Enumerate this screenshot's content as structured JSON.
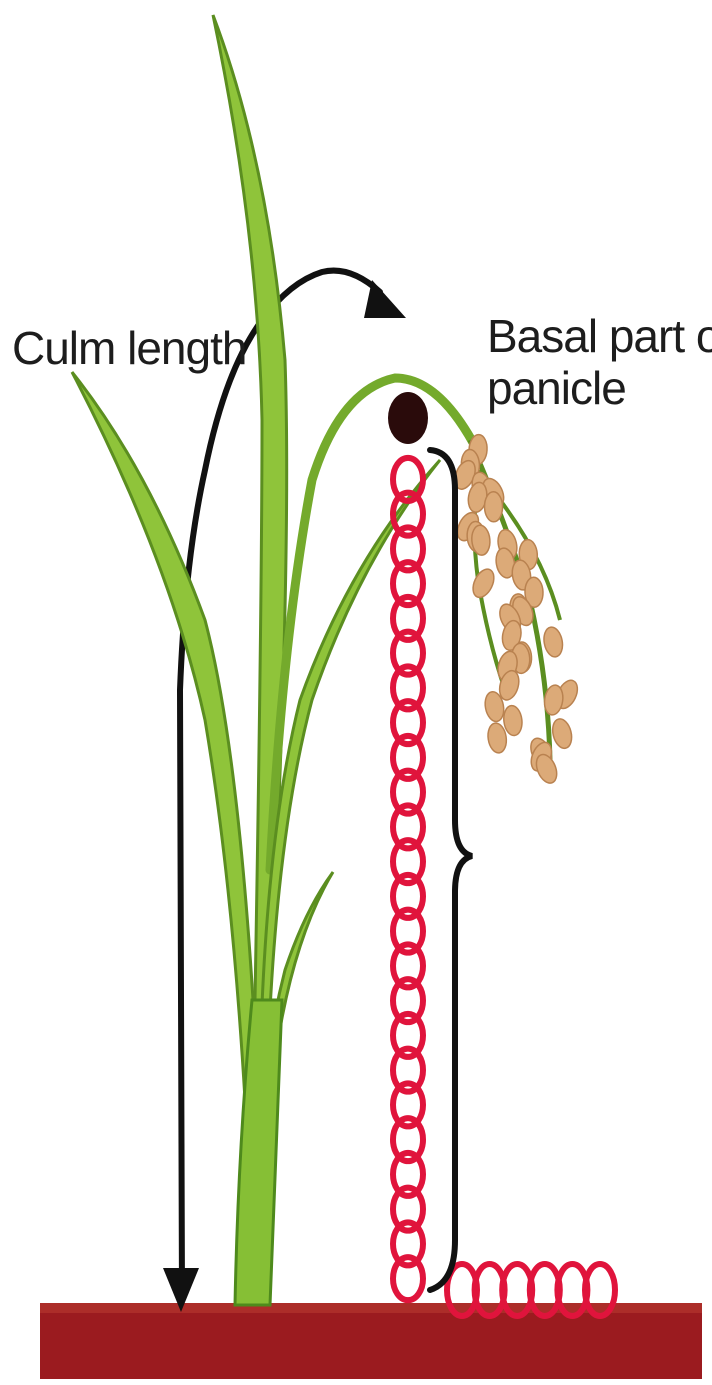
{
  "labels": {
    "culm_length": "Culm length",
    "basal_line1": "Basal part of",
    "basal_line2": "panicle"
  },
  "colors": {
    "leaf_light": "#9ccc3c",
    "leaf_dark": "#4e8a1c",
    "chain": "#e0143c",
    "ground": "#9b1b1f",
    "grain": "#dcaa78",
    "node": "#2a0b0b",
    "arrow": "#111111"
  },
  "chain": {
    "vertical_links": 24,
    "horizontal_links": 6
  },
  "panicle": {
    "grains": 34
  }
}
